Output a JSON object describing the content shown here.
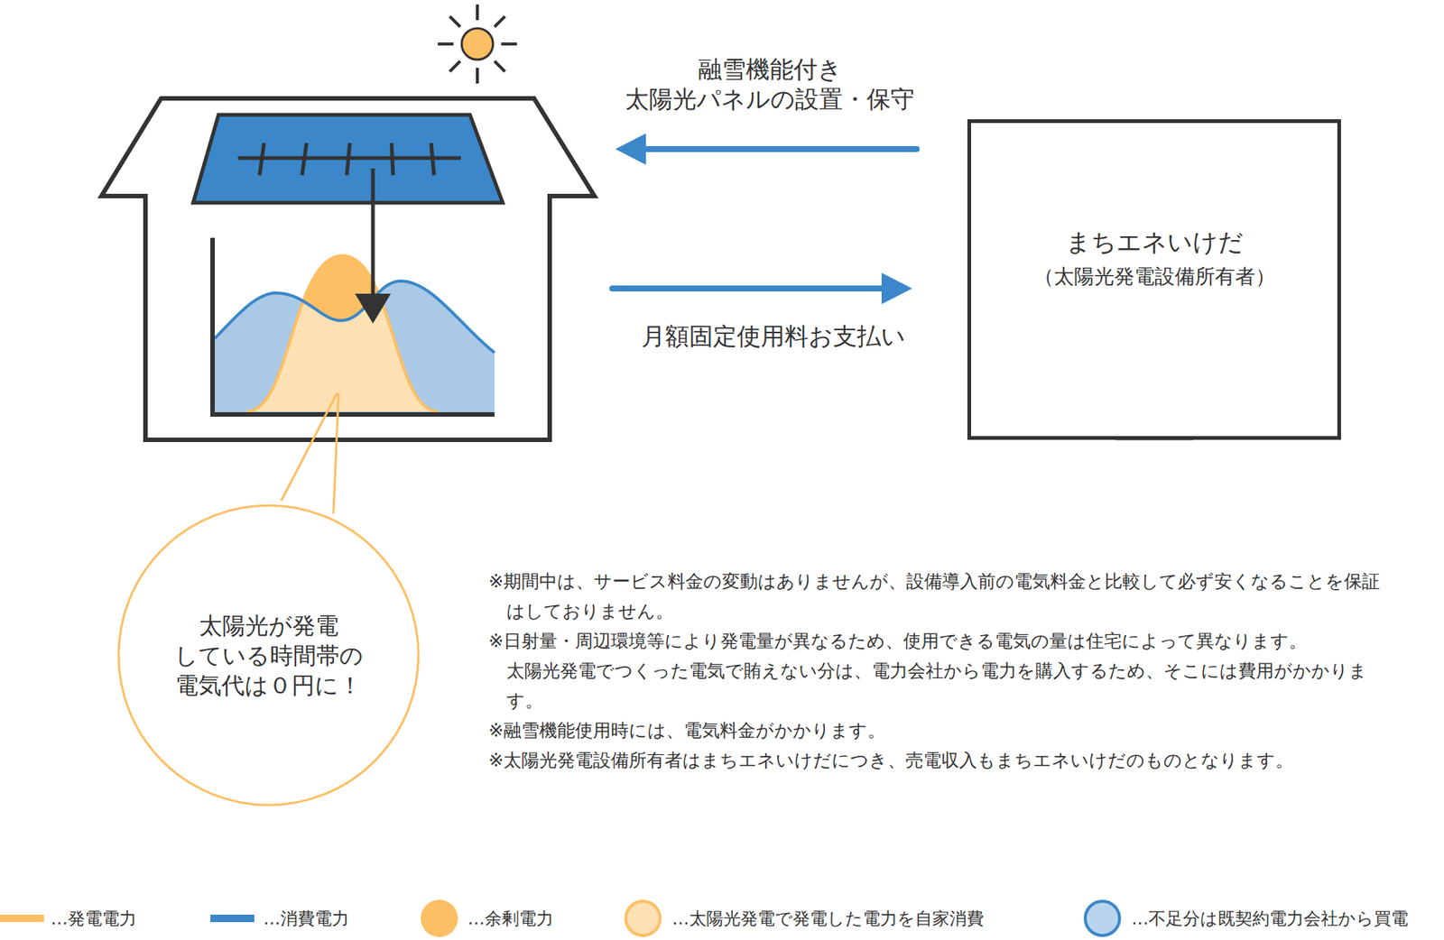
{
  "diagram": {
    "nodes": [
      {
        "text": [
          "まちエネいけだ",
          "（太陽光発電設備所有者）"
        ]
      },
      {
        "text": [
          "太陽光が発電 している時間帯の 電気代は０円に！"
        ]
      }
    ],
    "labels": [
      "融雪機能付き 太陽光パネルの設置・保守",
      "月額固定使用料お支払い",
      "※期間中は、サービス料金の変動はありませんが、設備導入前の電気料金と比較して必ず安くなることを保証はしておりません。",
      "※日射量・周辺環境等により発電量が異なるため、使用できる電気の量は住宅によって異なります。",
      "太陽光発電でつくった電気で賄えない分は、電力会社から電力を購入するため、そこには費用がかかります。",
      "※融雪機能使用時には、電気料金がかかります。",
      "※太陽光発電設備所有者はまちエネいけだにつき、売電収入もまちエネいけだのものとなります。"
    ],
    "legend": [
      {
        "text": "…発電電力"
      },
      {
        "text": "…消費電力"
      },
      {
        "text": "…余剰電力",
        "color": "#fdbf64"
      },
      {
        "text": "…太陽光発電で発電した電力を自家消費",
        "color": "#fde0b3"
      },
      {
        "text": "…不足分は既契約電力会社から買電",
        "color": "#b9d5ee"
      }
    ]
  }
}
